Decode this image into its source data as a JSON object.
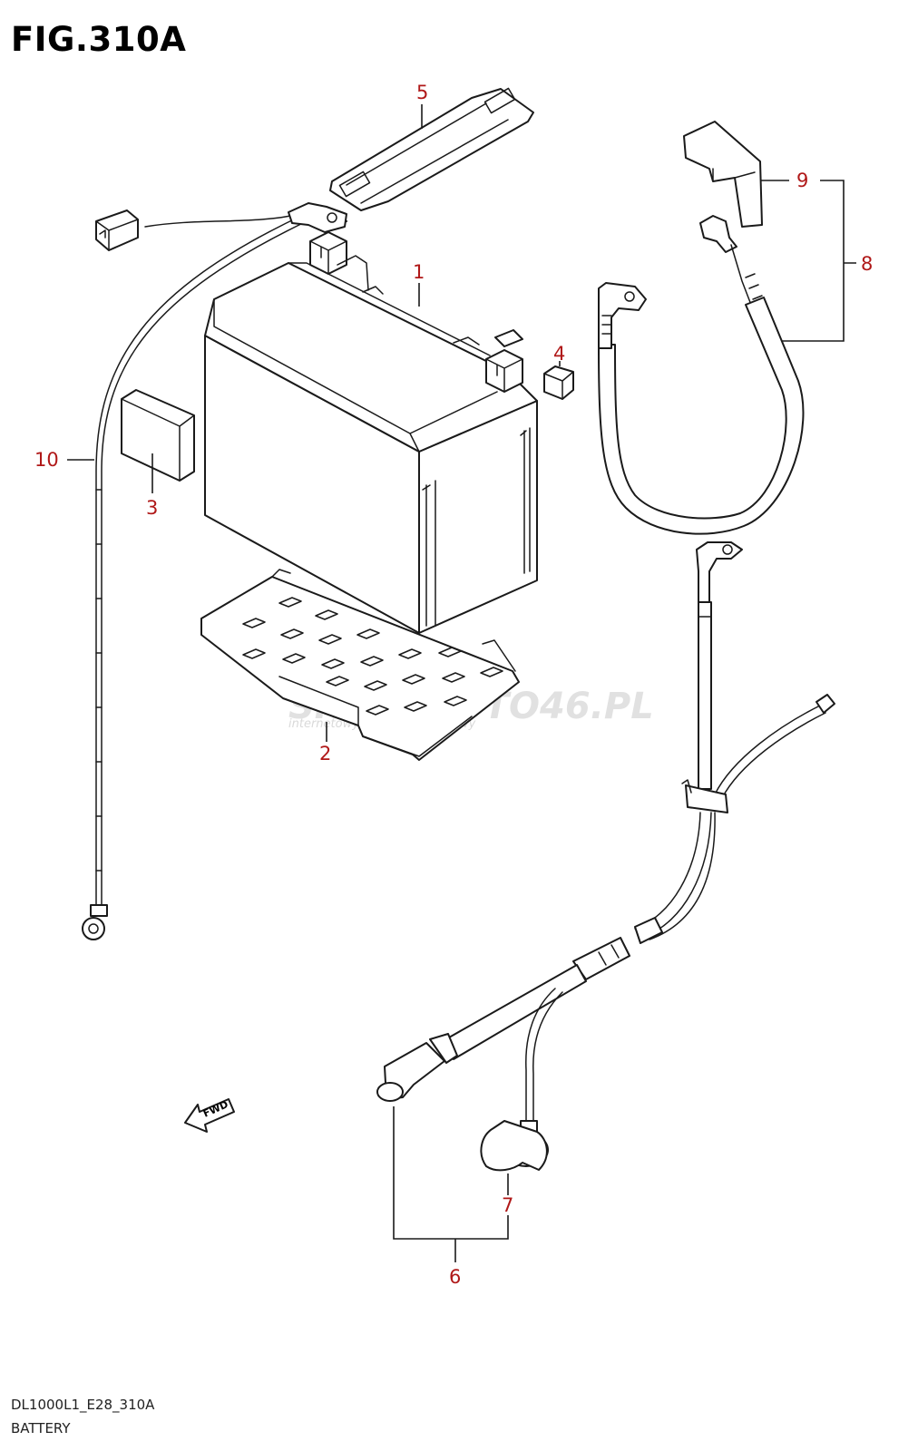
{
  "figure": {
    "title": "FIG.310A",
    "code": "DL1000L1_E28_310A",
    "name": "BATTERY"
  },
  "callouts": [
    "1",
    "2",
    "3",
    "4",
    "5",
    "6",
    "7",
    "8",
    "9",
    "10"
  ],
  "direction": {
    "label": "FWD"
  },
  "watermark": {
    "brand": "SKLEPMOTO46.PL",
    "tagline": "internetowy sklep motocyklowy"
  }
}
